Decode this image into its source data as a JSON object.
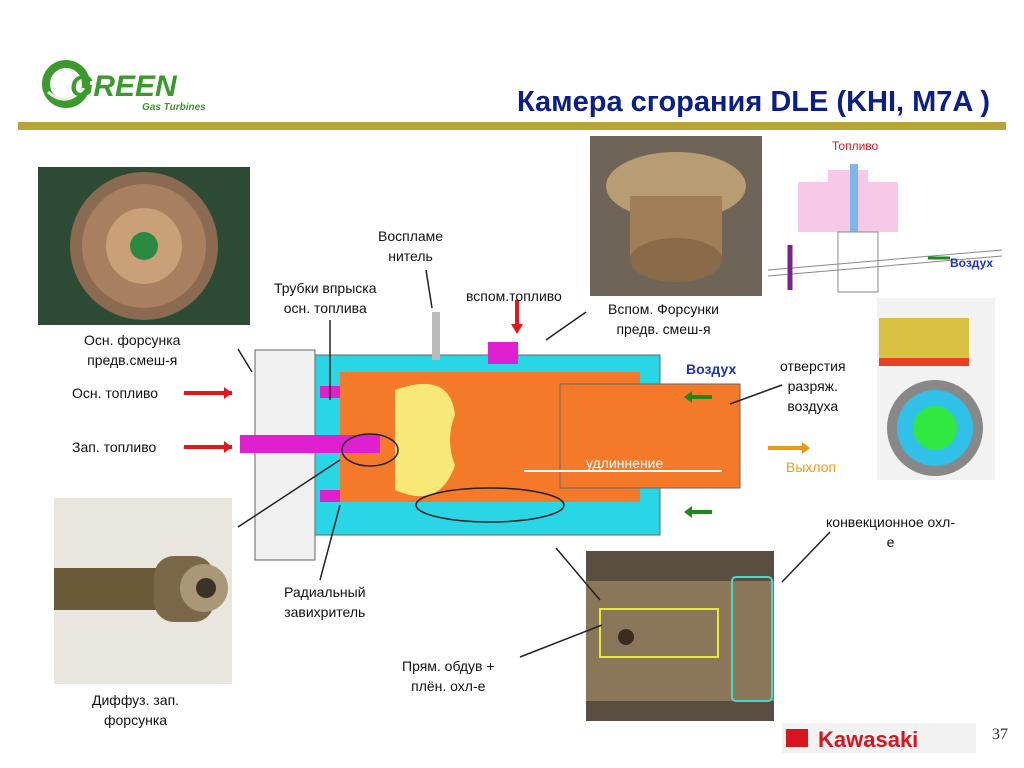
{
  "header": {
    "title": "Камера сгорания DLE (KHI, M7A )",
    "logo_text": "GREEN",
    "logo_subtext": "Gas Turbines"
  },
  "labels": {
    "igniter": [
      "Воспламе",
      "нитель"
    ],
    "main_fuel_tubes": [
      "Трубки впрыска",
      "осн. топлива"
    ],
    "aux_fuel": "вспом.топливо",
    "main_nozzle": [
      "Осн. форсунка",
      "предв.смеш-я"
    ],
    "main_fuel": "Осн. топливо",
    "pilot_fuel": "Зап. топливо",
    "aux_nozzles": [
      "Вспом. Форсунки",
      "предв. смеш-я"
    ],
    "air": "Воздух",
    "bleed_holes": [
      "отверстия",
      "разряж.",
      "воздуха"
    ],
    "exhaust": "Выхлоп",
    "extension": "удлиннение",
    "convection_cooling": [
      "конвекционное охл-",
      "е"
    ],
    "radial_swirler": [
      "Радиальный",
      "завихритель"
    ],
    "impingement": [
      "Прям. обдув +",
      "плён. охл-е"
    ],
    "diffusion_pilot": [
      "Диффуз. зап.",
      "форсунка"
    ]
  },
  "inset": {
    "fuel": "Топливо",
    "air": "Воздух"
  },
  "footer": {
    "brand": "Kawasaki",
    "page_number": "37"
  },
  "colors": {
    "title": "#0b1f8a",
    "rule": "#b9a436",
    "logo_green": "#3a9a2c",
    "cyan_casing": "#29d6e6",
    "magenta_fuel": "#e020d0",
    "orange_liner": "#f47a2a",
    "yellow_flame": "#f8e878",
    "red_arrow": "#e8141c",
    "green_arrow": "#1a8a1a",
    "blue_text": "#1f2fd0",
    "exhaust_orange": "#e89a10",
    "kawasaki_red": "#d8141c"
  }
}
